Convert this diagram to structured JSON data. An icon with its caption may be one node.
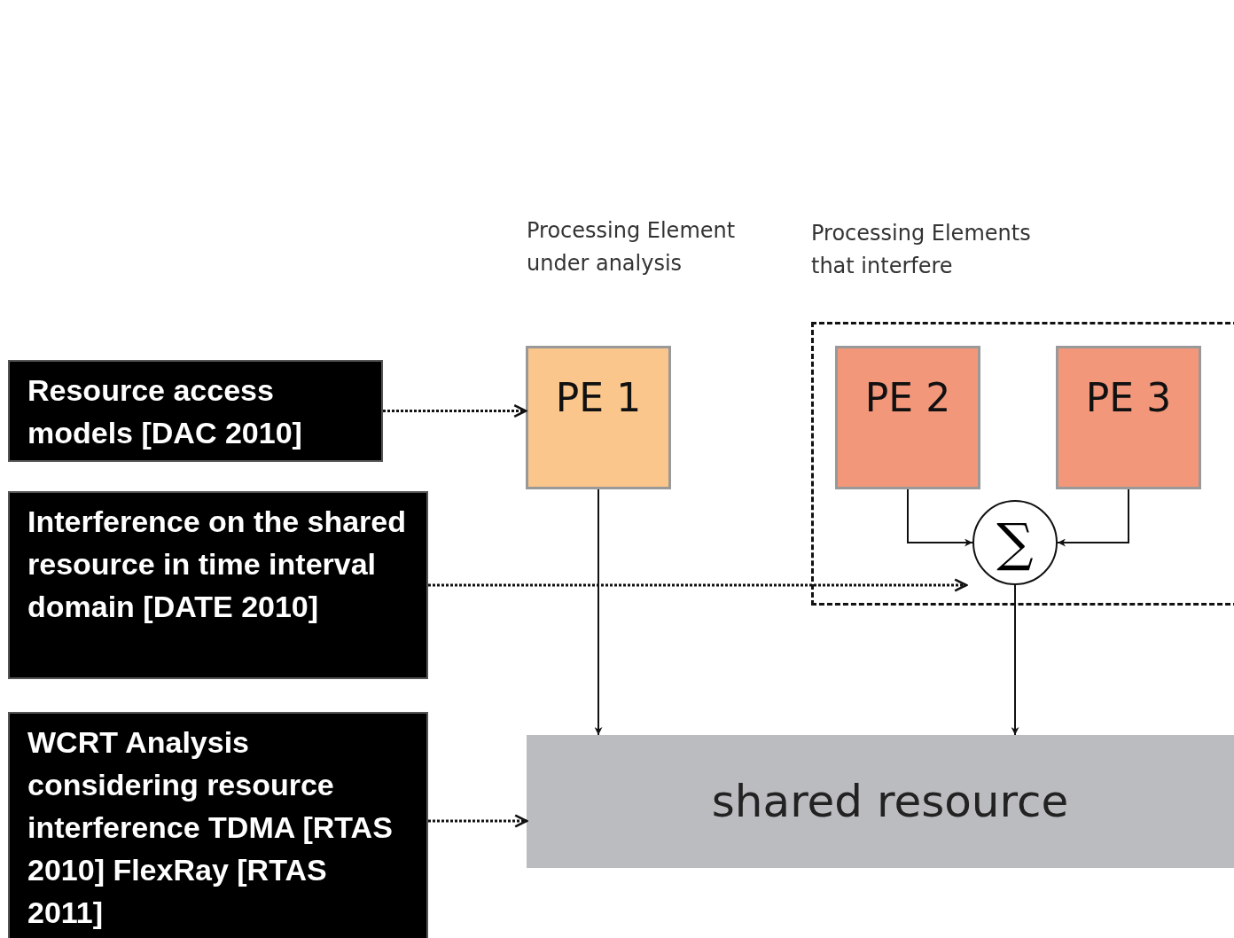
{
  "diagram": {
    "nodes": [
      {
        "text": [
          "Resource access models [DAC 2010]"
        ]
      },
      {
        "text": [
          "Interference on the shared resource in time interval domain [DATE 2010]"
        ]
      },
      {
        "text": [
          "WCRT Analysis considering resource interference TDMA [RTAS 2010] FlexRay [RTAS 2011]"
        ]
      },
      {
        "text": [
          "PE 1"
        ],
        "beside": [
          "Processing Element under analysis"
        ]
      },
      {
        "text": [
          "Processing Elements that interfere"
        ]
      },
      {
        "text": [
          "PE 2"
        ],
        "in": 4
      },
      {
        "text": [
          "PE 3"
        ],
        "in": 4
      },
      {
        "text": [
          "∑"
        ],
        "in": 4
      },
      {
        "text": [
          "shared resource"
        ]
      }
    ],
    "edges": [
      {
        "from": 0,
        "to": 3,
        "arrow": "to",
        "style": "dashed"
      },
      {
        "from": 1,
        "to": 7,
        "arrow": "to",
        "style": "dashed"
      },
      {
        "from": 2,
        "to": 8,
        "arrow": "to",
        "style": "dashed"
      },
      {
        "from": 3,
        "to": 8,
        "arrow": "to"
      },
      {
        "from": 5,
        "to": 7,
        "arrow": "to"
      },
      {
        "from": 6,
        "to": 7,
        "arrow": "to"
      },
      {
        "from": 7,
        "to": 8,
        "arrow": "to"
      }
    ]
  }
}
